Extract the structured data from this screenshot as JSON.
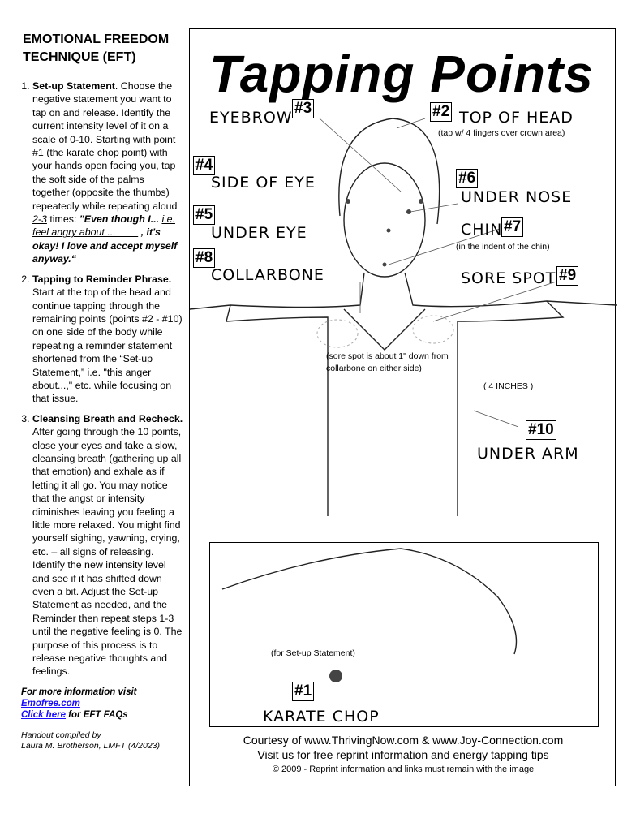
{
  "left": {
    "heading": "EMOTIONAL FREEDOM TECHNIQUE (EFT)",
    "steps": [
      {
        "title": "Set-up Statement",
        "text": ". Choose the negative statement you want to tap on and release. Identify the current intensity level of it on a scale of 0-10. Starting with point #1 (the karate chop point) with your hands open facing you, tap the soft side of the palms together (opposite the thumbs) repeatedly while repeating aloud ",
        "times": "2-3",
        "times_suffix": " times:",
        "quote_start": "\"Even though I... ",
        "quote_example": "i.e. feel angry about ...____",
        "quote_end": " , it's okay! I love and accept myself anyway.“"
      },
      {
        "title": "Tapping to Reminder Phrase.",
        "text": " Start at the top of the head and continue tapping through the remaining points (points #2 - #10) on one side of the body while repeating a reminder statement shortened from the “Set-up Statement,” i.e. \"this anger about...,\" etc. while focusing on that issue."
      },
      {
        "title": "Cleansing Breath and Recheck.",
        "text": " After going through the 10 points, close your eyes and take a slow, cleansing breath (gathering up all that emotion) and exhale as if letting it all go. You may notice that the angst or intensity diminishes leaving you feeling a little more relaxed. You might find yourself sighing, yawning, crying, etc. – all signs of releasing. Identify the new intensity level and see if it has shifted down even a bit. Adjust the Set-up Statement as needed, and the Reminder then repeat steps 1-3 until the negative feeling is 0. The purpose of this process is to release negative thoughts and feelings."
      }
    ],
    "more_info": "For more information visit",
    "link1": "Emofree.com",
    "link2": "Click here",
    "link2_suffix": " for EFT FAQs",
    "compiled_by": "Handout compiled by",
    "author": "Laura M. Brotherson, LMFT (4/2023)"
  },
  "poster": {
    "title": "Tapping Points",
    "points": [
      {
        "num": "#1",
        "label": "KARATE CHOP",
        "note": "(for Set-up Statement)"
      },
      {
        "num": "#2",
        "label": "TOP OF HEAD",
        "note": "(tap w/ 4 fingers over crown area)"
      },
      {
        "num": "#3",
        "label": "EYEBROW"
      },
      {
        "num": "#4",
        "label": "SIDE OF EYE"
      },
      {
        "num": "#5",
        "label": "UNDER EYE"
      },
      {
        "num": "#6",
        "label": "UNDER NOSE"
      },
      {
        "num": "#7",
        "label": "CHIN",
        "note": "(in the indent of the chin)"
      },
      {
        "num": "#8",
        "label": "COLLARBONE"
      },
      {
        "num": "#9",
        "label": "SORE SPOT",
        "note": "(sore spot is about 1\" down from collarbone on either side)"
      },
      {
        "num": "#10",
        "label": "UNDER ARM",
        "note": "( 4 INCHES )"
      }
    ],
    "footer1": "Courtesy of www.ThrivingNow.com & www.Joy-Connection.com",
    "footer2": "Visit us for free reprint information and energy tapping tips",
    "footer3": "© 2009 - Reprint information and links must remain with the image"
  }
}
